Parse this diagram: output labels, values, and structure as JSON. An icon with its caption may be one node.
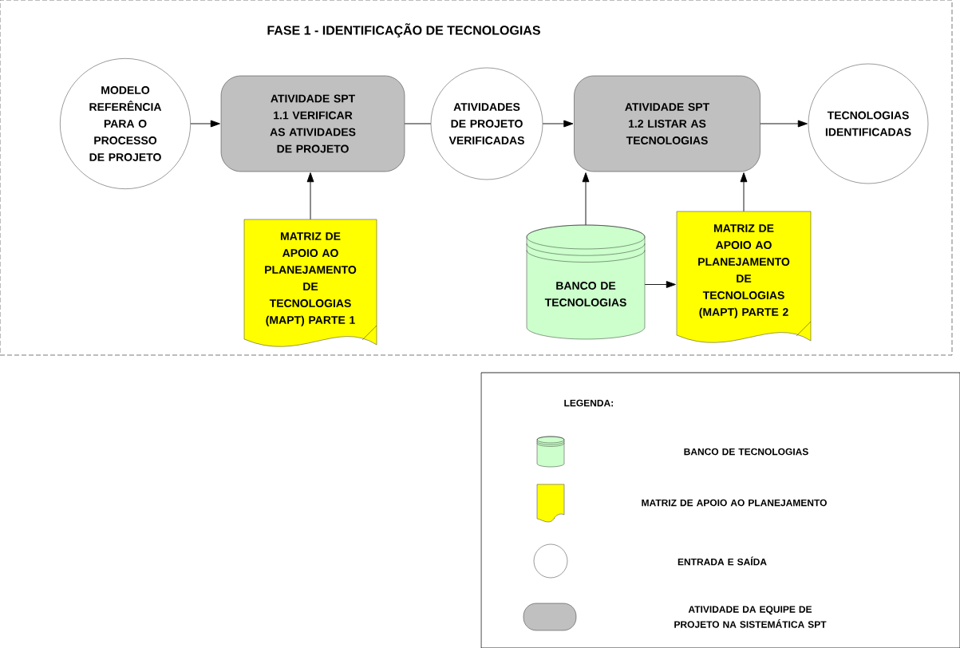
{
  "diagram": {
    "nodes": [
      {
        "text": [
          "FASE 1 - IDENTIFICAÇÃO DE TECNOLOGIAS"
        ]
      },
      {
        "text": [
          "MODELO REFERÊNCIA PARA O PROCESSO DE PROJETO"
        ],
        "in": 0
      },
      {
        "text": [
          "ATIVIDADE SPT 1.1 VERIFICAR AS ATIVIDADES DE PROJETO"
        ],
        "in": 0
      },
      {
        "text": [
          "ATIVIDADES DE PROJETO VERIFICADAS"
        ],
        "in": 0
      },
      {
        "text": [
          "ATIVIDADE SPT 1.2 LISTAR AS TECNOLOGIAS"
        ],
        "in": 0
      },
      {
        "text": [
          "TECNOLOGIAS IDENTIFICADAS"
        ],
        "in": 0
      },
      {
        "text": [
          "MATRIZ DE APOIO AO PLANEJAMENTO DE TECNOLOGIAS (MAPT) PARTE 1"
        ],
        "in": 0
      },
      {
        "text": [
          "BANCO DE TECNOLOGIAS"
        ],
        "in": 0
      },
      {
        "text": [
          "MATRIZ DE APOIO AO PLANEJAMENTO DE TECNOLOGIAS (MAPT) PARTE 2"
        ],
        "in": 0
      }
    ],
    "edges": [
      {
        "from": 1,
        "to": 2,
        "arrow": "to"
      },
      {
        "from": 2,
        "to": 3,
        "arrow": "none"
      },
      {
        "from": 3,
        "to": 4,
        "arrow": "to"
      },
      {
        "from": 4,
        "to": 5,
        "arrow": "to"
      },
      {
        "from": 6,
        "to": 2,
        "arrow": "to"
      },
      {
        "from": 7,
        "to": 4,
        "arrow": "to"
      },
      {
        "from": 8,
        "to": 4,
        "arrow": "to"
      },
      {
        "from": 7,
        "to": 8,
        "arrow": "to"
      }
    ],
    "labels": [
      "LEGENDA:"
    ],
    "legend": [
      {
        "text": "BANCO DE TECNOLOGIAS"
      },
      {
        "text": "MATRIZ DE APOIO AO PLANEJAMENTO"
      },
      {
        "text": "ENTRADA E SAÍDA"
      },
      {
        "text": "ATIVIDADE DA EQUIPE DE PROJETO NA SISTEMÁTICA SPT"
      }
    ]
  }
}
